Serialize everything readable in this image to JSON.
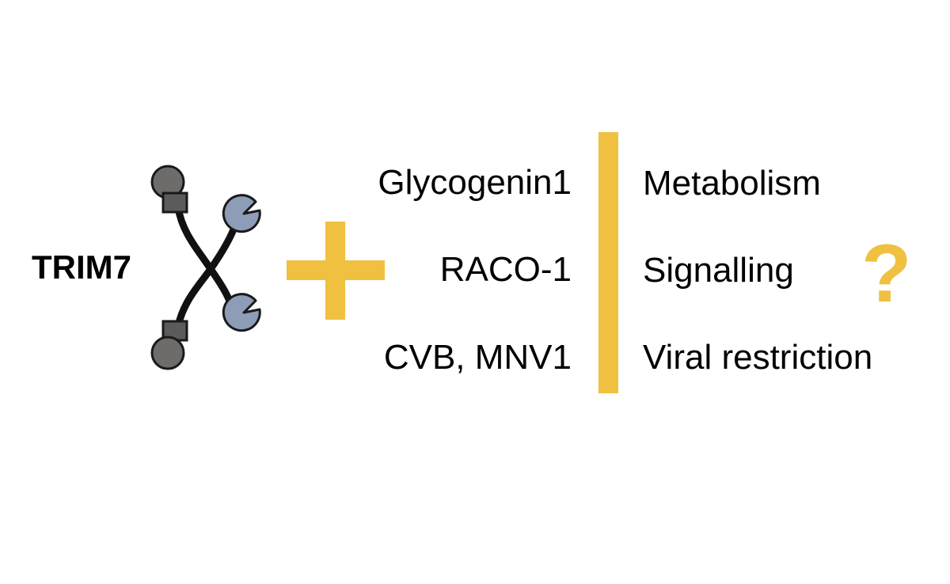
{
  "protein": {
    "name": "TRIM7"
  },
  "partners": [
    {
      "label": "Glycogenin1"
    },
    {
      "label": "RACO-1"
    },
    {
      "label": "CVB, MNV1"
    }
  ],
  "roles": [
    {
      "label": "Metabolism"
    },
    {
      "label": "Signalling"
    },
    {
      "label": "Viral restriction"
    }
  ],
  "question_mark": "?",
  "colors": {
    "accent": "#f0c040",
    "domain_dark": "#6e6b6b",
    "domain_blue": "#8d9db8",
    "stroke": "#1a1a1a"
  },
  "icons": {
    "plus": "plus-icon",
    "protein": "trim7-dimer-icon"
  }
}
